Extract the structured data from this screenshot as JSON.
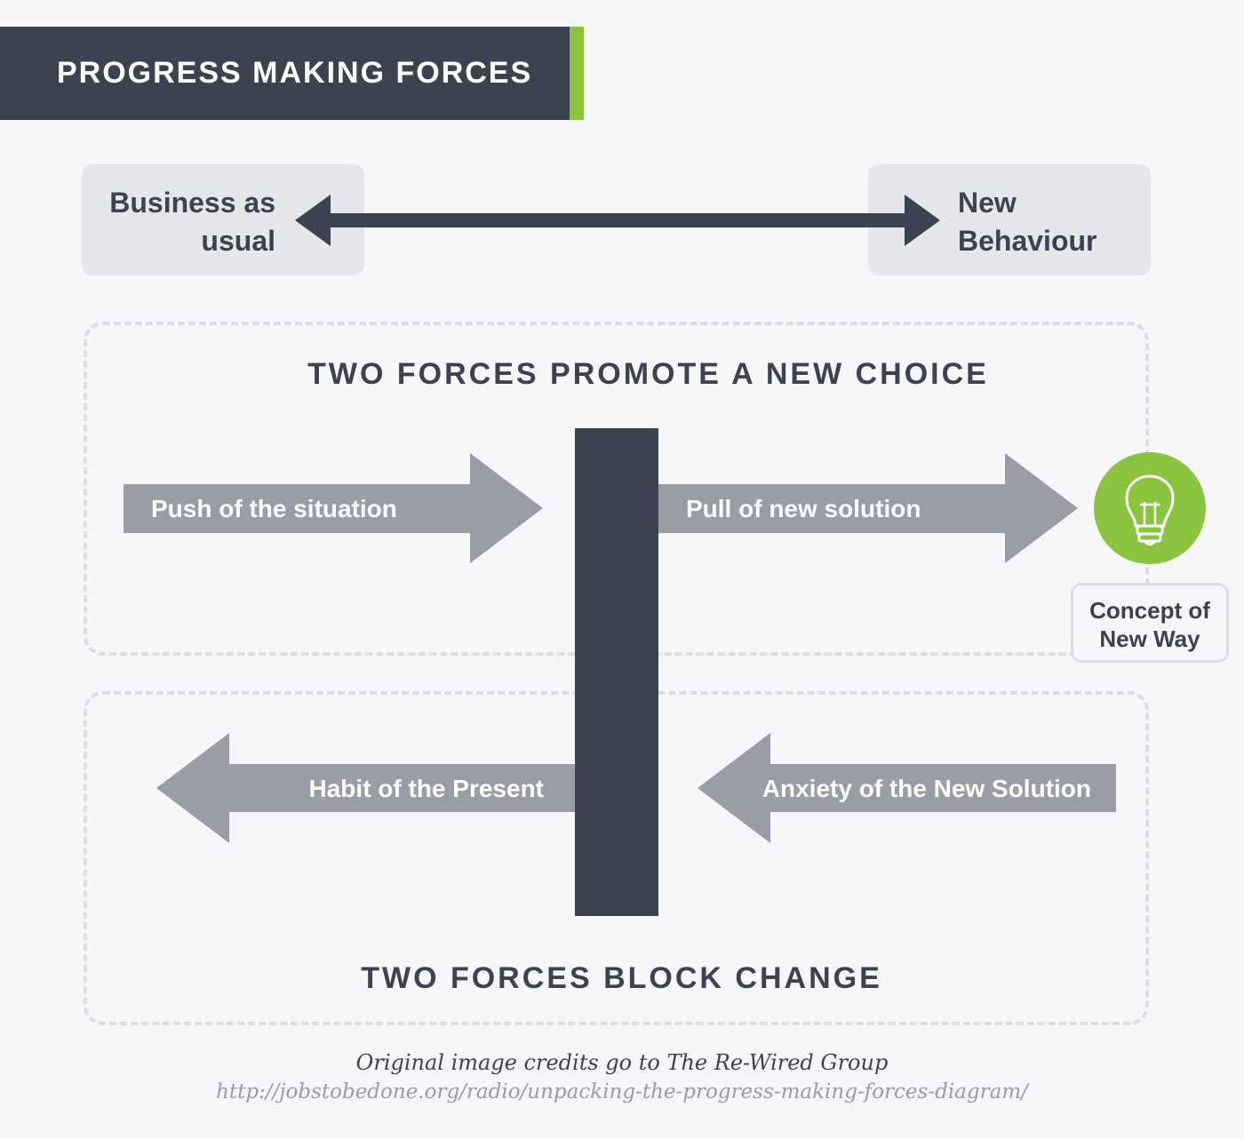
{
  "header": {
    "title": "PROGRESS MAKING FORCES"
  },
  "states": {
    "current": "Business as\nusual",
    "target": "New\nBehaviour"
  },
  "sections": {
    "promote_title": "TWO FORCES PROMOTE A NEW CHOICE",
    "block_title": "TWO FORCES BLOCK CHANGE"
  },
  "forces": {
    "push": "Push of the situation",
    "pull": "Pull of new solution",
    "habit": "Habit of the Present",
    "anxiety": "Anxiety of the New Solution"
  },
  "concept": {
    "label": "Concept of\nNew Way",
    "icon": "lightbulb-icon"
  },
  "credits": {
    "line1": "Original image credits go to The Re-Wired Group",
    "line2": "http://jobstobedone.org/radio/unpacking-the-progress-making-forces-diagram/"
  },
  "colors": {
    "dark": "#3c4250",
    "accent": "#8bc53f",
    "arrow": "#9a9ca6",
    "box": "#e6e7ea",
    "dash": "#dcdde1"
  }
}
